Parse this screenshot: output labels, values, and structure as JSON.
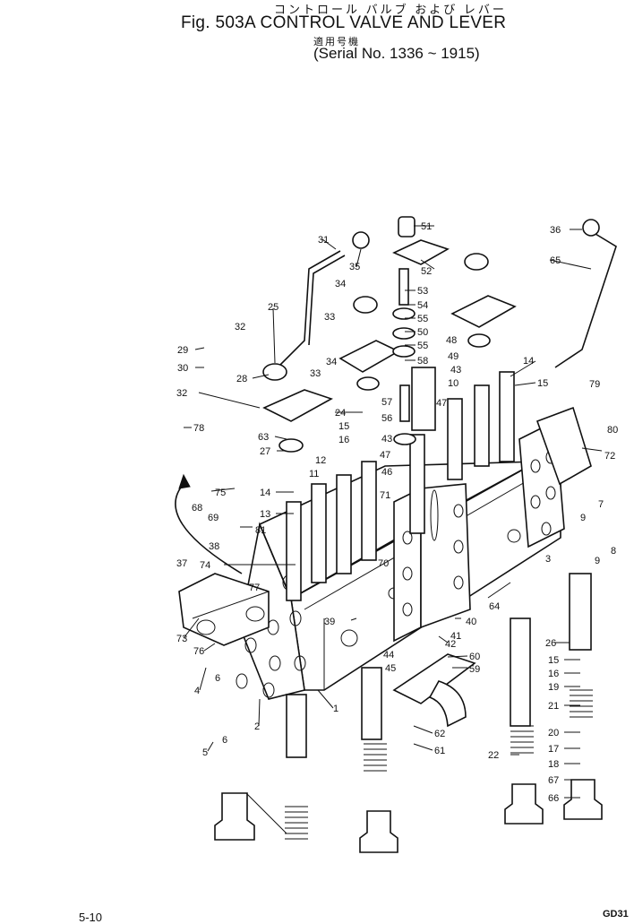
{
  "header": {
    "japanese_title": "コントロール バルブ および レバー",
    "figure_title": "Fig. 503A  CONTROL VALVE AND LEVER",
    "japanese_applicable": "適用号機",
    "serial_range": "Serial No. 1336 ~ 1915"
  },
  "footer": {
    "page": "5-10",
    "code": "GD31"
  },
  "callouts": [
    {
      "id": "c51",
      "text": "51"
    },
    {
      "id": "c52",
      "text": "52"
    },
    {
      "id": "c53",
      "text": "53"
    },
    {
      "id": "c54",
      "text": "54"
    },
    {
      "id": "c55",
      "text": "55"
    },
    {
      "id": "c50",
      "text": "50"
    },
    {
      "id": "c55b",
      "text": "55"
    },
    {
      "id": "c58",
      "text": "58"
    },
    {
      "id": "c48",
      "text": "48"
    },
    {
      "id": "c49",
      "text": "49"
    },
    {
      "id": "c43",
      "text": "43"
    },
    {
      "id": "c10",
      "text": "10"
    },
    {
      "id": "c47",
      "text": "47"
    },
    {
      "id": "c57",
      "text": "57"
    },
    {
      "id": "c56",
      "text": "56"
    },
    {
      "id": "c43b",
      "text": "43"
    },
    {
      "id": "c47b",
      "text": "47"
    },
    {
      "id": "c46",
      "text": "46"
    },
    {
      "id": "c36",
      "text": "36"
    },
    {
      "id": "c65",
      "text": "65"
    },
    {
      "id": "c14",
      "text": "14"
    },
    {
      "id": "c15",
      "text": "15"
    },
    {
      "id": "c79",
      "text": "79"
    },
    {
      "id": "c80",
      "text": "80"
    },
    {
      "id": "c72",
      "text": "72"
    },
    {
      "id": "c9",
      "text": "9"
    },
    {
      "id": "c7",
      "text": "7"
    },
    {
      "id": "c9b",
      "text": "9"
    },
    {
      "id": "c8",
      "text": "8"
    },
    {
      "id": "c3",
      "text": "3"
    },
    {
      "id": "c31",
      "text": "31"
    },
    {
      "id": "c35",
      "text": "35"
    },
    {
      "id": "c34",
      "text": "34"
    },
    {
      "id": "c33",
      "text": "33"
    },
    {
      "id": "c25",
      "text": "25"
    },
    {
      "id": "c32",
      "text": "32"
    },
    {
      "id": "c29",
      "text": "29"
    },
    {
      "id": "c30",
      "text": "30"
    },
    {
      "id": "c28",
      "text": "28"
    },
    {
      "id": "c33b",
      "text": "33"
    },
    {
      "id": "c34b",
      "text": "34"
    },
    {
      "id": "c32b",
      "text": "32"
    },
    {
      "id": "c24",
      "text": "24"
    },
    {
      "id": "c16",
      "text": "16"
    },
    {
      "id": "c15b",
      "text": "15"
    },
    {
      "id": "c63",
      "text": "63"
    },
    {
      "id": "c27",
      "text": "27"
    },
    {
      "id": "c78",
      "text": "78"
    },
    {
      "id": "c12",
      "text": "12"
    },
    {
      "id": "c11",
      "text": "11"
    },
    {
      "id": "c14b",
      "text": "14"
    },
    {
      "id": "c13",
      "text": "13"
    },
    {
      "id": "c75",
      "text": "75"
    },
    {
      "id": "c68",
      "text": "68"
    },
    {
      "id": "c69",
      "text": "69"
    },
    {
      "id": "c81",
      "text": "81"
    },
    {
      "id": "c38",
      "text": "38"
    },
    {
      "id": "c37",
      "text": "37"
    },
    {
      "id": "c74",
      "text": "74"
    },
    {
      "id": "c77",
      "text": "77"
    },
    {
      "id": "c71",
      "text": "71"
    },
    {
      "id": "c70",
      "text": "70"
    },
    {
      "id": "c64",
      "text": "64"
    },
    {
      "id": "c39",
      "text": "39"
    },
    {
      "id": "c40",
      "text": "40"
    },
    {
      "id": "c41",
      "text": "41"
    },
    {
      "id": "c42",
      "text": "42"
    },
    {
      "id": "c44",
      "text": "44"
    },
    {
      "id": "c45",
      "text": "45"
    },
    {
      "id": "c60",
      "text": "60"
    },
    {
      "id": "c59",
      "text": "59"
    },
    {
      "id": "c73",
      "text": "73"
    },
    {
      "id": "c76",
      "text": "76"
    },
    {
      "id": "c6",
      "text": "6"
    },
    {
      "id": "c4",
      "text": "4"
    },
    {
      "id": "c2",
      "text": "2"
    },
    {
      "id": "c1",
      "text": "1"
    },
    {
      "id": "c6b",
      "text": "6"
    },
    {
      "id": "c5",
      "text": "5"
    },
    {
      "id": "c62",
      "text": "62"
    },
    {
      "id": "c61",
      "text": "61"
    },
    {
      "id": "c26",
      "text": "26"
    },
    {
      "id": "c15c",
      "text": "15"
    },
    {
      "id": "c16b",
      "text": "16"
    },
    {
      "id": "c19",
      "text": "19"
    },
    {
      "id": "c21",
      "text": "21"
    },
    {
      "id": "c20",
      "text": "20"
    },
    {
      "id": "c17",
      "text": "17"
    },
    {
      "id": "c18",
      "text": "18"
    },
    {
      "id": "c22",
      "text": "22"
    },
    {
      "id": "c67",
      "text": "67"
    },
    {
      "id": "c66",
      "text": "66"
    }
  ]
}
